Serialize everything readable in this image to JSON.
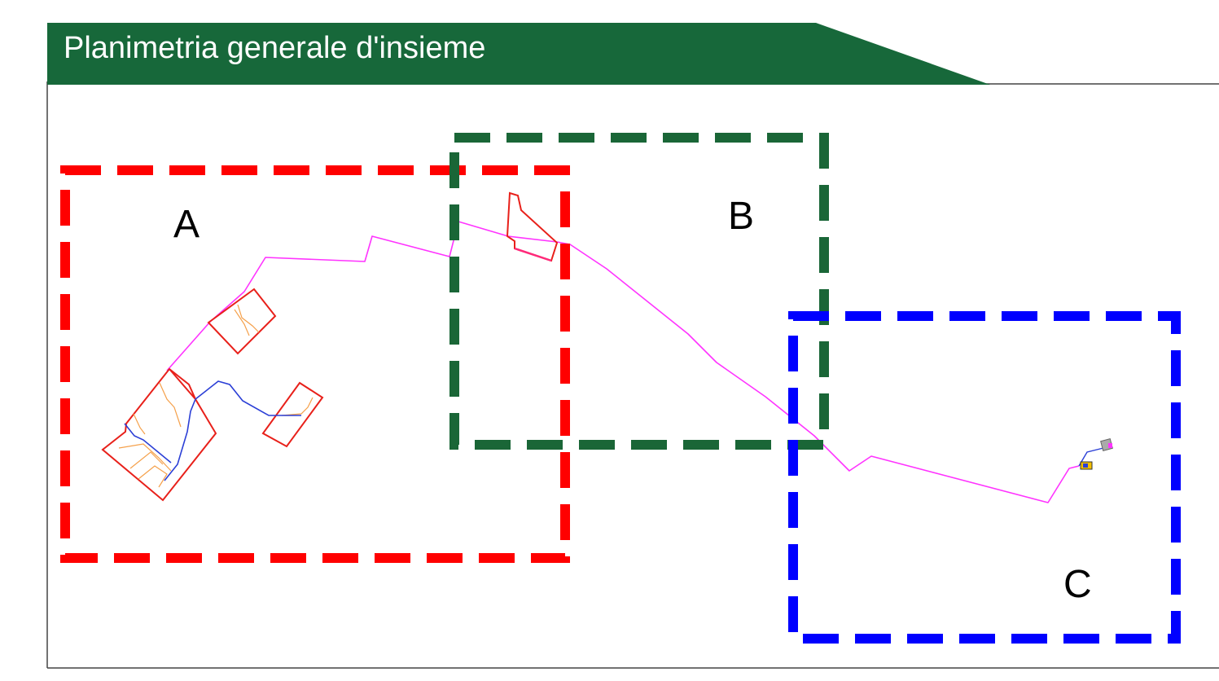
{
  "header": {
    "title": "Planimetria generale d'insieme"
  },
  "zones": [
    {
      "id": "A",
      "label": "A",
      "color": "#ff0000"
    },
    {
      "id": "B",
      "label": "B",
      "color": "#1a6637"
    },
    {
      "id": "C",
      "label": "C",
      "color": "#0000ff"
    }
  ],
  "colors": {
    "header_bg": "#17683a",
    "route_line": "#ff33ff",
    "parcel_outline": "#ee1c1c",
    "internal_road": "#f5a04a",
    "blue_cable": "#2b3fd6",
    "frame_line": "#333333"
  }
}
